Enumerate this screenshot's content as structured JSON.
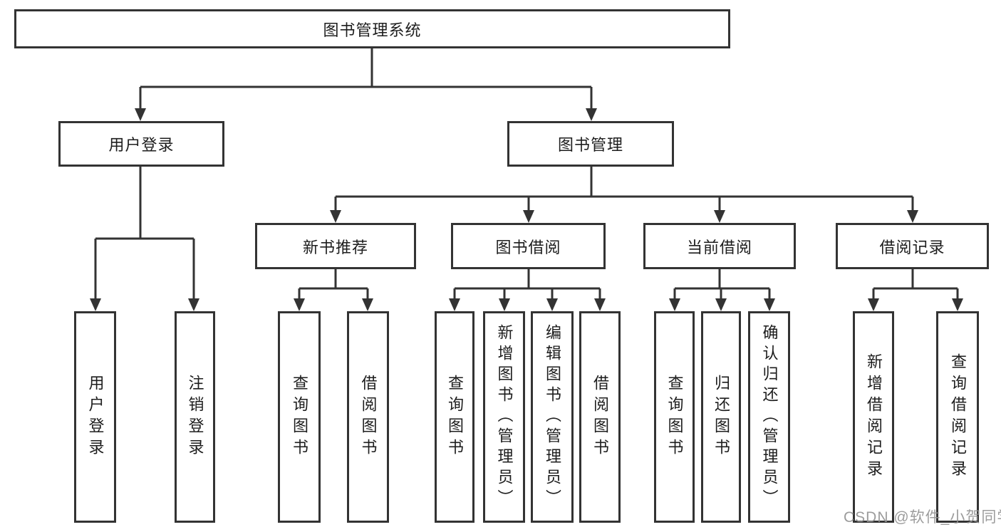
{
  "diagram": {
    "title": "图书管理系统",
    "nodes": {
      "root": "图书管理系统",
      "user_login": "用户登录",
      "book_mgmt": "图书管理",
      "new_book_rec": "新书推荐",
      "book_borrow": "图书借阅",
      "current_borrow": "当前借阅",
      "borrow_record": "借阅记录",
      "leaf_user_login": "用户登录",
      "leaf_logout": "注销登录",
      "rec_query_book": "查询图书",
      "rec_borrow_book": "借阅图书",
      "bb_query_book": "查询图书",
      "bb_add_book": "新增图书（管理员）",
      "bb_edit_book": "编辑图书（管理员）",
      "bb_borrow_book": "借阅图书",
      "cb_query_book": "查询图书",
      "cb_return_book": "归还图书",
      "cb_confirm_return": "确认归还（管理员）",
      "br_add_record": "新增借阅记录",
      "br_query_record": "查询借阅记录"
    },
    "edges": [
      "root→user_login",
      "root→book_mgmt",
      "user_login→leaf_user_login",
      "user_login→leaf_logout",
      "book_mgmt→new_book_rec",
      "book_mgmt→book_borrow",
      "book_mgmt→current_borrow",
      "book_mgmt→borrow_record",
      "new_book_rec→rec_query_book",
      "new_book_rec→rec_borrow_book",
      "book_borrow→bb_query_book",
      "book_borrow→bb_add_book",
      "book_borrow→bb_edit_book",
      "book_borrow→bb_borrow_book",
      "current_borrow→cb_query_book",
      "current_borrow→cb_return_book",
      "current_borrow→cb_confirm_return",
      "borrow_record→br_add_record",
      "borrow_record→br_query_record"
    ]
  },
  "watermark": "CSDN @软件_小贺同学",
  "colors": {
    "line": "#333333",
    "border": "#333333",
    "text": "#1d1d1d",
    "watermark": "#919191",
    "background": "#ffffff"
  }
}
